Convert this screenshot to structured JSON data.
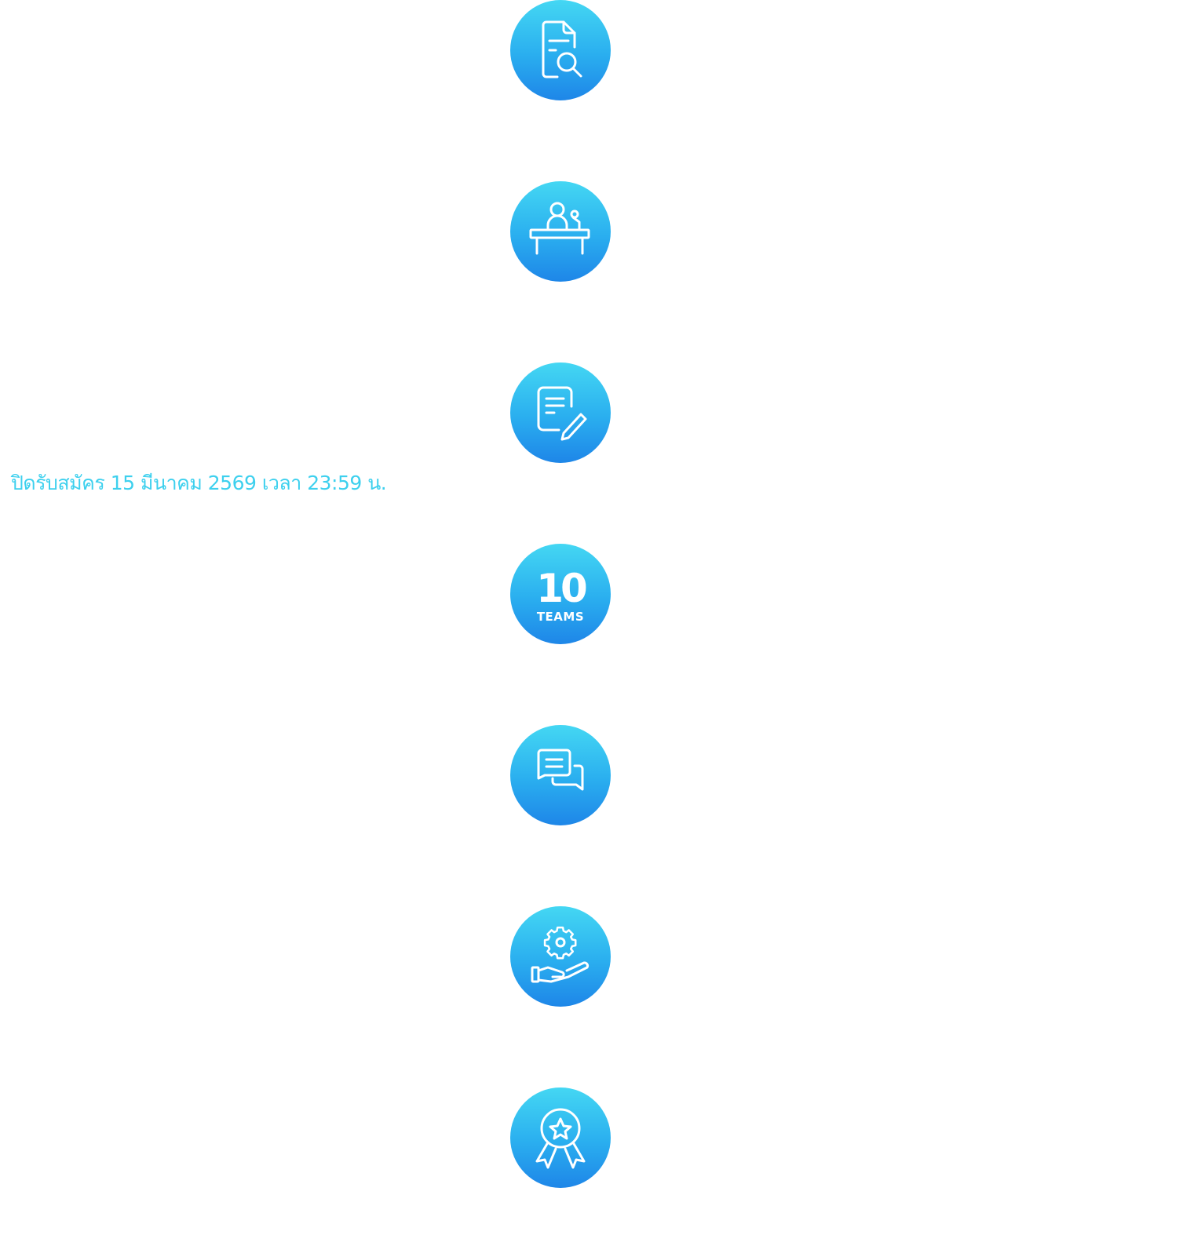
{
  "theme": {
    "circle_gradient_top": "#44D7F3",
    "circle_gradient_bottom": "#1E86E8",
    "accent_text": "#3DD0EE",
    "background": "#FFFFFF"
  },
  "deadline_text": "ปิดรับสมัคร 15 มีนาคม 2569 เวลา 23:59 น.",
  "steps": [
    {
      "icon": "document-search-icon"
    },
    {
      "icon": "presenter-desk-icon"
    },
    {
      "icon": "document-edit-icon"
    },
    {
      "icon": "teams-count-badge",
      "number": "10",
      "label": "TEAMS"
    },
    {
      "icon": "chat-bubbles-icon"
    },
    {
      "icon": "hand-gear-icon"
    },
    {
      "icon": "award-badge-icon"
    }
  ]
}
